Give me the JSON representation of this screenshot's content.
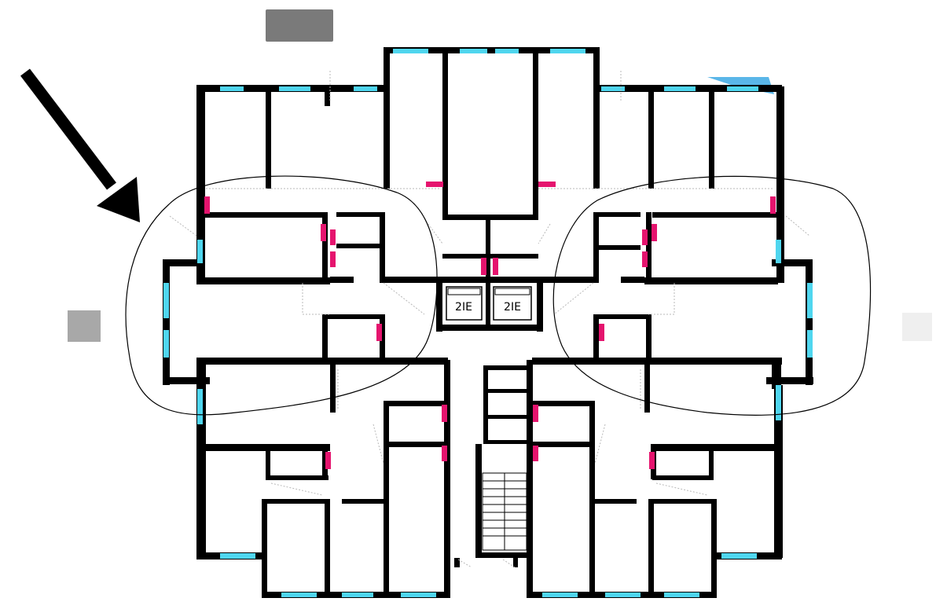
{
  "colors": {
    "wall": "#000000",
    "window": "#4fd6ef",
    "accent": "#e5146e",
    "background": "#ffffff",
    "blur": "#7a7a7a"
  },
  "elevators": [
    {
      "label": "2IE"
    },
    {
      "label": "2IE"
    }
  ],
  "annotations": {
    "arrow": "arrow-icon",
    "left_highlight": "outline-loop",
    "right_highlight": "outline-loop"
  }
}
